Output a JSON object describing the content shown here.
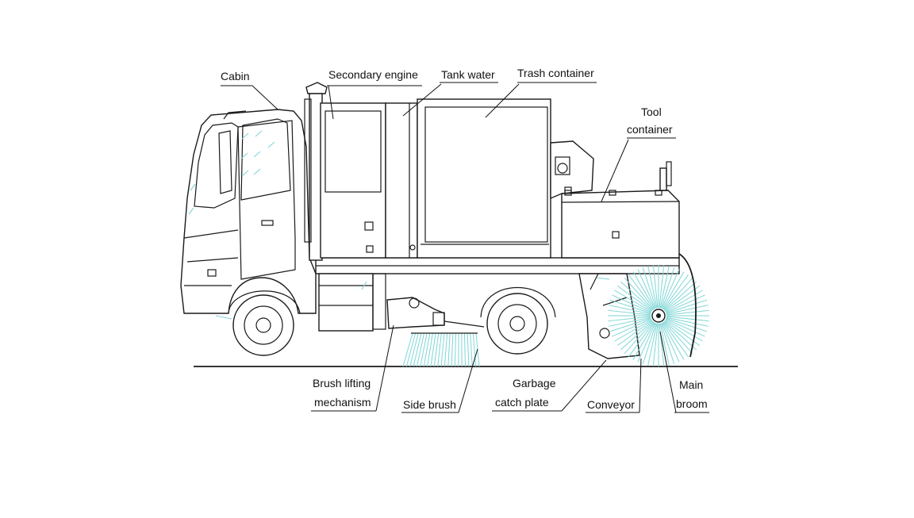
{
  "labels": {
    "cabin": "Cabin",
    "secondary_engine": "Secondary engine",
    "tank_water": "Tank water",
    "trash_container": "Trash container",
    "tool_container_1": "Tool",
    "tool_container_2": "container",
    "brush_lifting_1": "Brush lifting",
    "brush_lifting_2": "mechanism",
    "side_brush": "Side brush",
    "garbage_1": "Garbage",
    "garbage_2": "catch plate",
    "conveyor": "Conveyor",
    "main_broom_1": "Main",
    "main_broom_2": "broom"
  },
  "colors": {
    "line": "#1a1a1a",
    "accent": "#7fd6d6",
    "background": "#ffffff"
  }
}
